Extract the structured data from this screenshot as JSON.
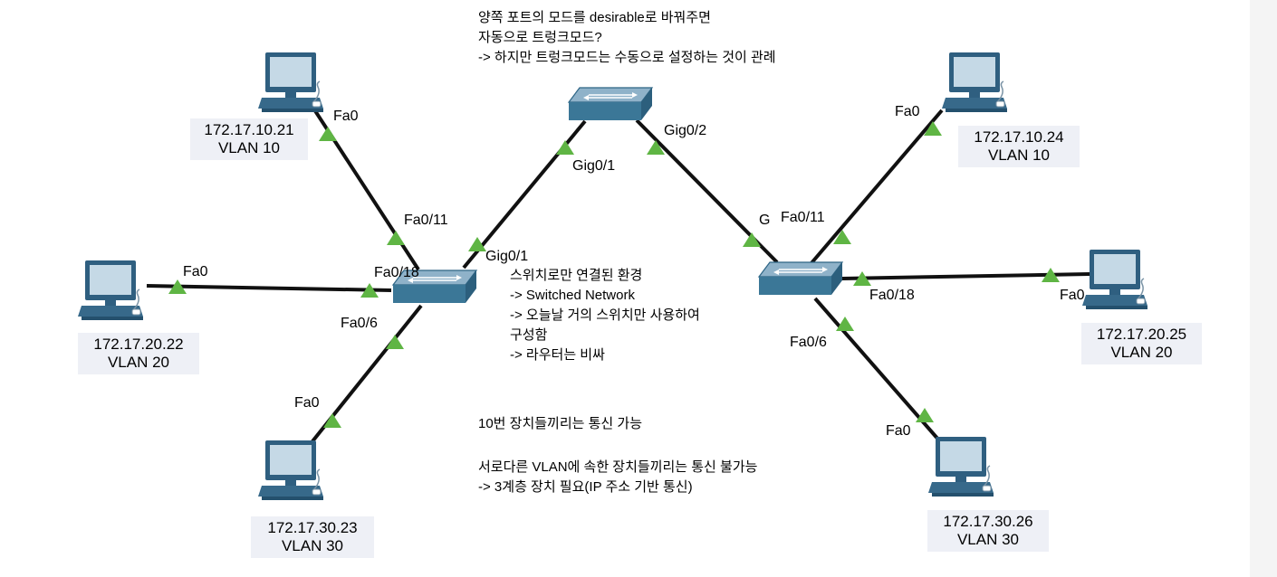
{
  "colors": {
    "cable": "#111111",
    "port_marker": "#5fb544",
    "switch_top": "#8fb2c9",
    "switch_body": "#3b7797",
    "pc_body": "#37698a",
    "label_bg": "#eef0f6"
  },
  "icons": {
    "pc": "pc-workstation-icon",
    "switch": "layer2-switch-icon",
    "port": "triangle-link-icon"
  },
  "hosts": {
    "pc1": {
      "ip": "172.17.10.21",
      "vlan": "VLAN 10",
      "port": "Fa0"
    },
    "pc2": {
      "ip": "172.17.20.22",
      "vlan": "VLAN 20",
      "port": "Fa0"
    },
    "pc3": {
      "ip": "172.17.30.23",
      "vlan": "VLAN 30",
      "port": "Fa0"
    },
    "pc4": {
      "ip": "172.17.10.24",
      "vlan": "VLAN 10",
      "port": "Fa0"
    },
    "pc5": {
      "ip": "172.17.20.25",
      "vlan": "VLAN 20",
      "port": "Fa0"
    },
    "pc6": {
      "ip": "172.17.30.26",
      "vlan": "VLAN 30",
      "port": "Fa0"
    }
  },
  "switches": {
    "left": {
      "fa11": "Fa0/11",
      "fa18": "Fa0/18",
      "fa6": "Fa0/6",
      "gig": "Gig0/1"
    },
    "top": {
      "gig1": "Gig0/1",
      "gig2": "Gig0/2"
    },
    "right": {
      "gig": "G",
      "fa11": "Fa0/11",
      "fa18": "Fa0/18",
      "fa6": "Fa0/6"
    }
  },
  "notes": {
    "top": [
      "양쪽 포트의 모드를 desirable로 바꿔주면",
      "자동으로 트렁크모드?",
      "-> 하지만 트렁크모드는 수동으로 설정하는 것이 관례"
    ],
    "middle": [
      "스위치로만 연결된 환경",
      "-> Switched Network",
      "-> 오늘날 거의 스위치만 사용하여",
      "구성함",
      "-> 라우터는 비싸"
    ],
    "bottom1": "10번 장치들끼리는 통신 가능",
    "bottom2": [
      "서로다른 VLAN에 속한 장치들끼리는 통신 불가능",
      "-> 3계층 장치 필요(IP 주소 기반 통신)"
    ]
  }
}
